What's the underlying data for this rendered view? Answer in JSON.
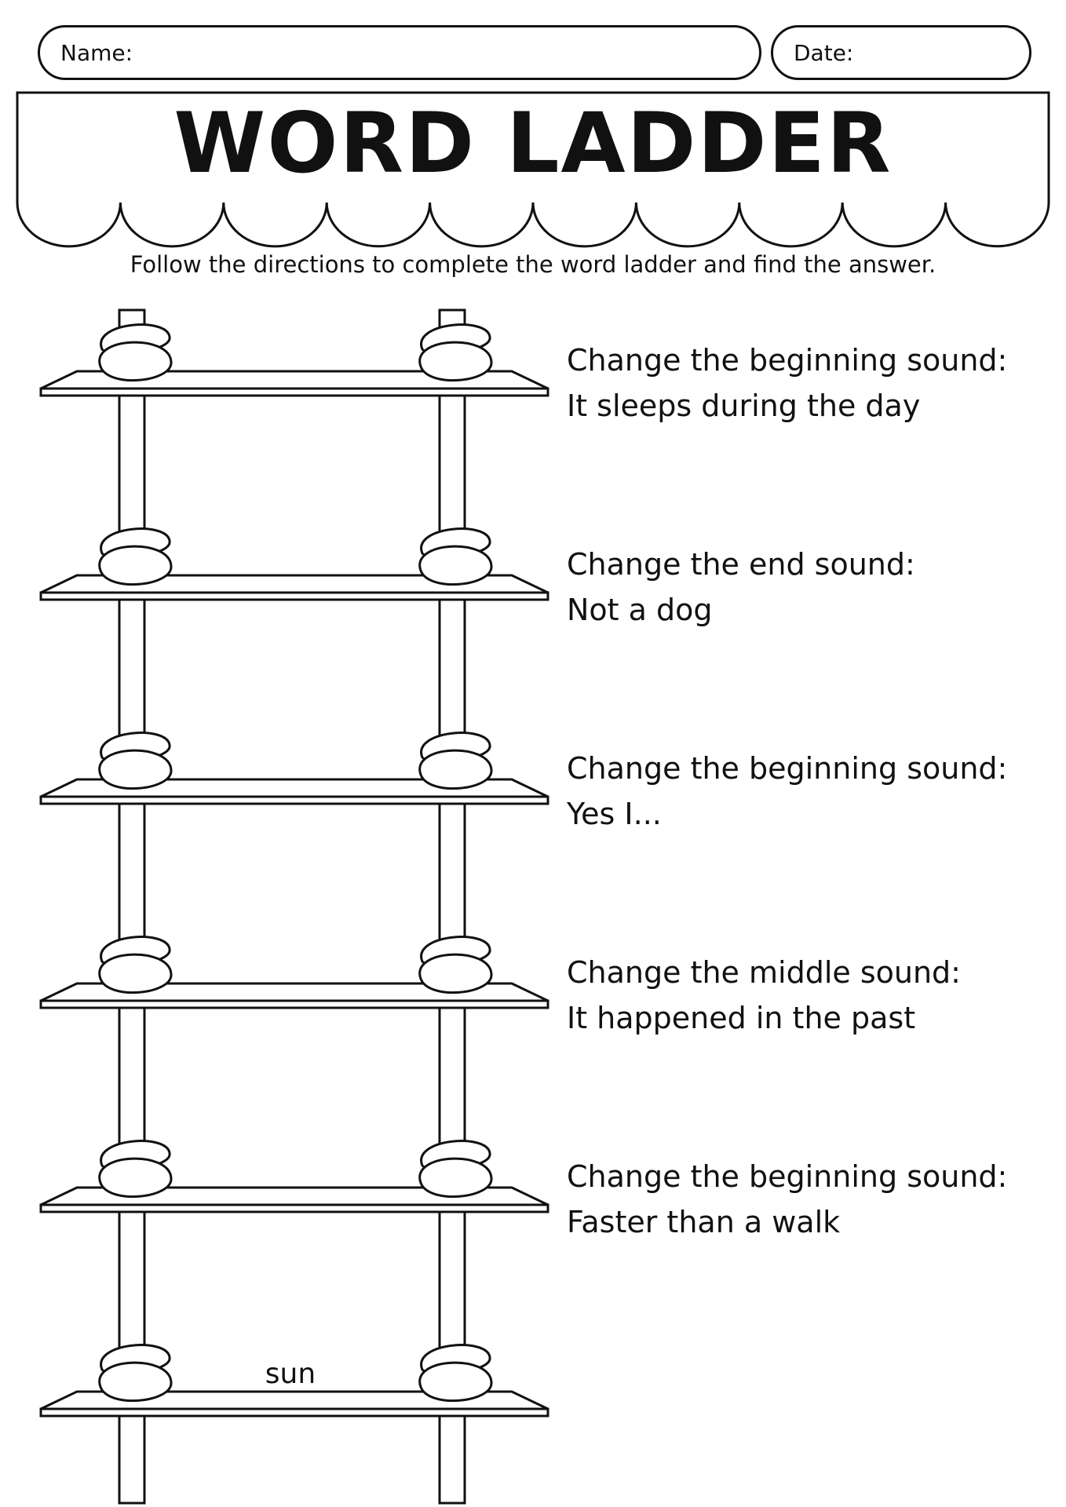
{
  "header": {
    "name_label": "Name:",
    "date_label": "Date:"
  },
  "title": "WORD LADDER",
  "instructions": "Follow the directions to complete the word ladder and find the answer.",
  "clues": [
    {
      "direction": "Change the beginning sound:",
      "hint": "It sleeps during the day"
    },
    {
      "direction": "Change the end sound:",
      "hint": "Not a dog"
    },
    {
      "direction": "Change the beginning sound:",
      "hint": "Yes I..."
    },
    {
      "direction": "Change the middle sound:",
      "hint": "It happened in the past"
    },
    {
      "direction": "Change the beginning sound:",
      "hint": "Faster than a walk"
    }
  ],
  "start_word": "sun"
}
